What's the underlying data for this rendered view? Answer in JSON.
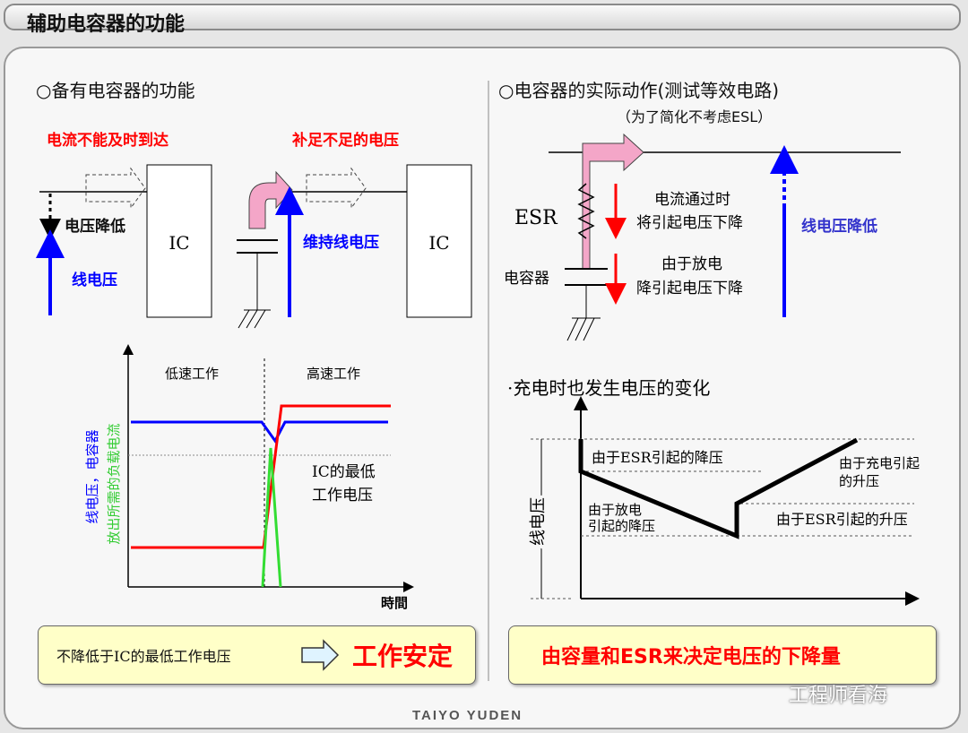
{
  "title": "辅助电容器的功能",
  "left": {
    "heading": "○备有电容器的功能",
    "red_label_1": "电流不能及时到达",
    "red_label_2": "补足不足的电压",
    "voltage_drop": "电压降低",
    "line_voltage": "线电压",
    "maintain": "维持线电压",
    "ic_1": "IC",
    "ic_2": "IC",
    "graph": {
      "low_speed": "低速工作",
      "high_speed": "高速工作",
      "ylabel_blue": "线电压，电容器",
      "ylabel_green": "放出所需的负载电流",
      "min_label_1": "IC的最低",
      "min_label_2": "工作电压",
      "xlabel": "時間"
    },
    "box": {
      "text": "不降低于IC的最低工作电压",
      "result": "工作安定"
    }
  },
  "right": {
    "heading": "○电容器的实际动作(测试等效电路)",
    "subheading": "（为了简化不考虑ESL）",
    "esr": "ESR",
    "capacitor": "电容器",
    "current_1": "电流通过时",
    "current_2": "将引起电压下降",
    "discharge_1": "由于放电",
    "discharge_2": "降引起电压下降",
    "line_drop": "线电压降低",
    "charge_heading": "·充电时也发生电压的变化",
    "graph": {
      "ylabel": "线电压",
      "esr_drop": "由于ESR引起的降压",
      "discharge_1": "由于放电",
      "discharge_2": "引起的降压",
      "charge_rise_1": "由于充电引起",
      "charge_rise_2": "的升压",
      "esr_rise": "由于ESR引起的升压"
    },
    "box": {
      "text": "由容量和ESR来决定电压的下降量"
    }
  },
  "brand": "TAIYO YUDEN",
  "watermark": "工程师看海",
  "colors": {
    "red": "#ff0000",
    "blue": "#0000ff",
    "green": "#33dd33",
    "pink": "#f4a6c8",
    "box": "#ffffc8"
  }
}
